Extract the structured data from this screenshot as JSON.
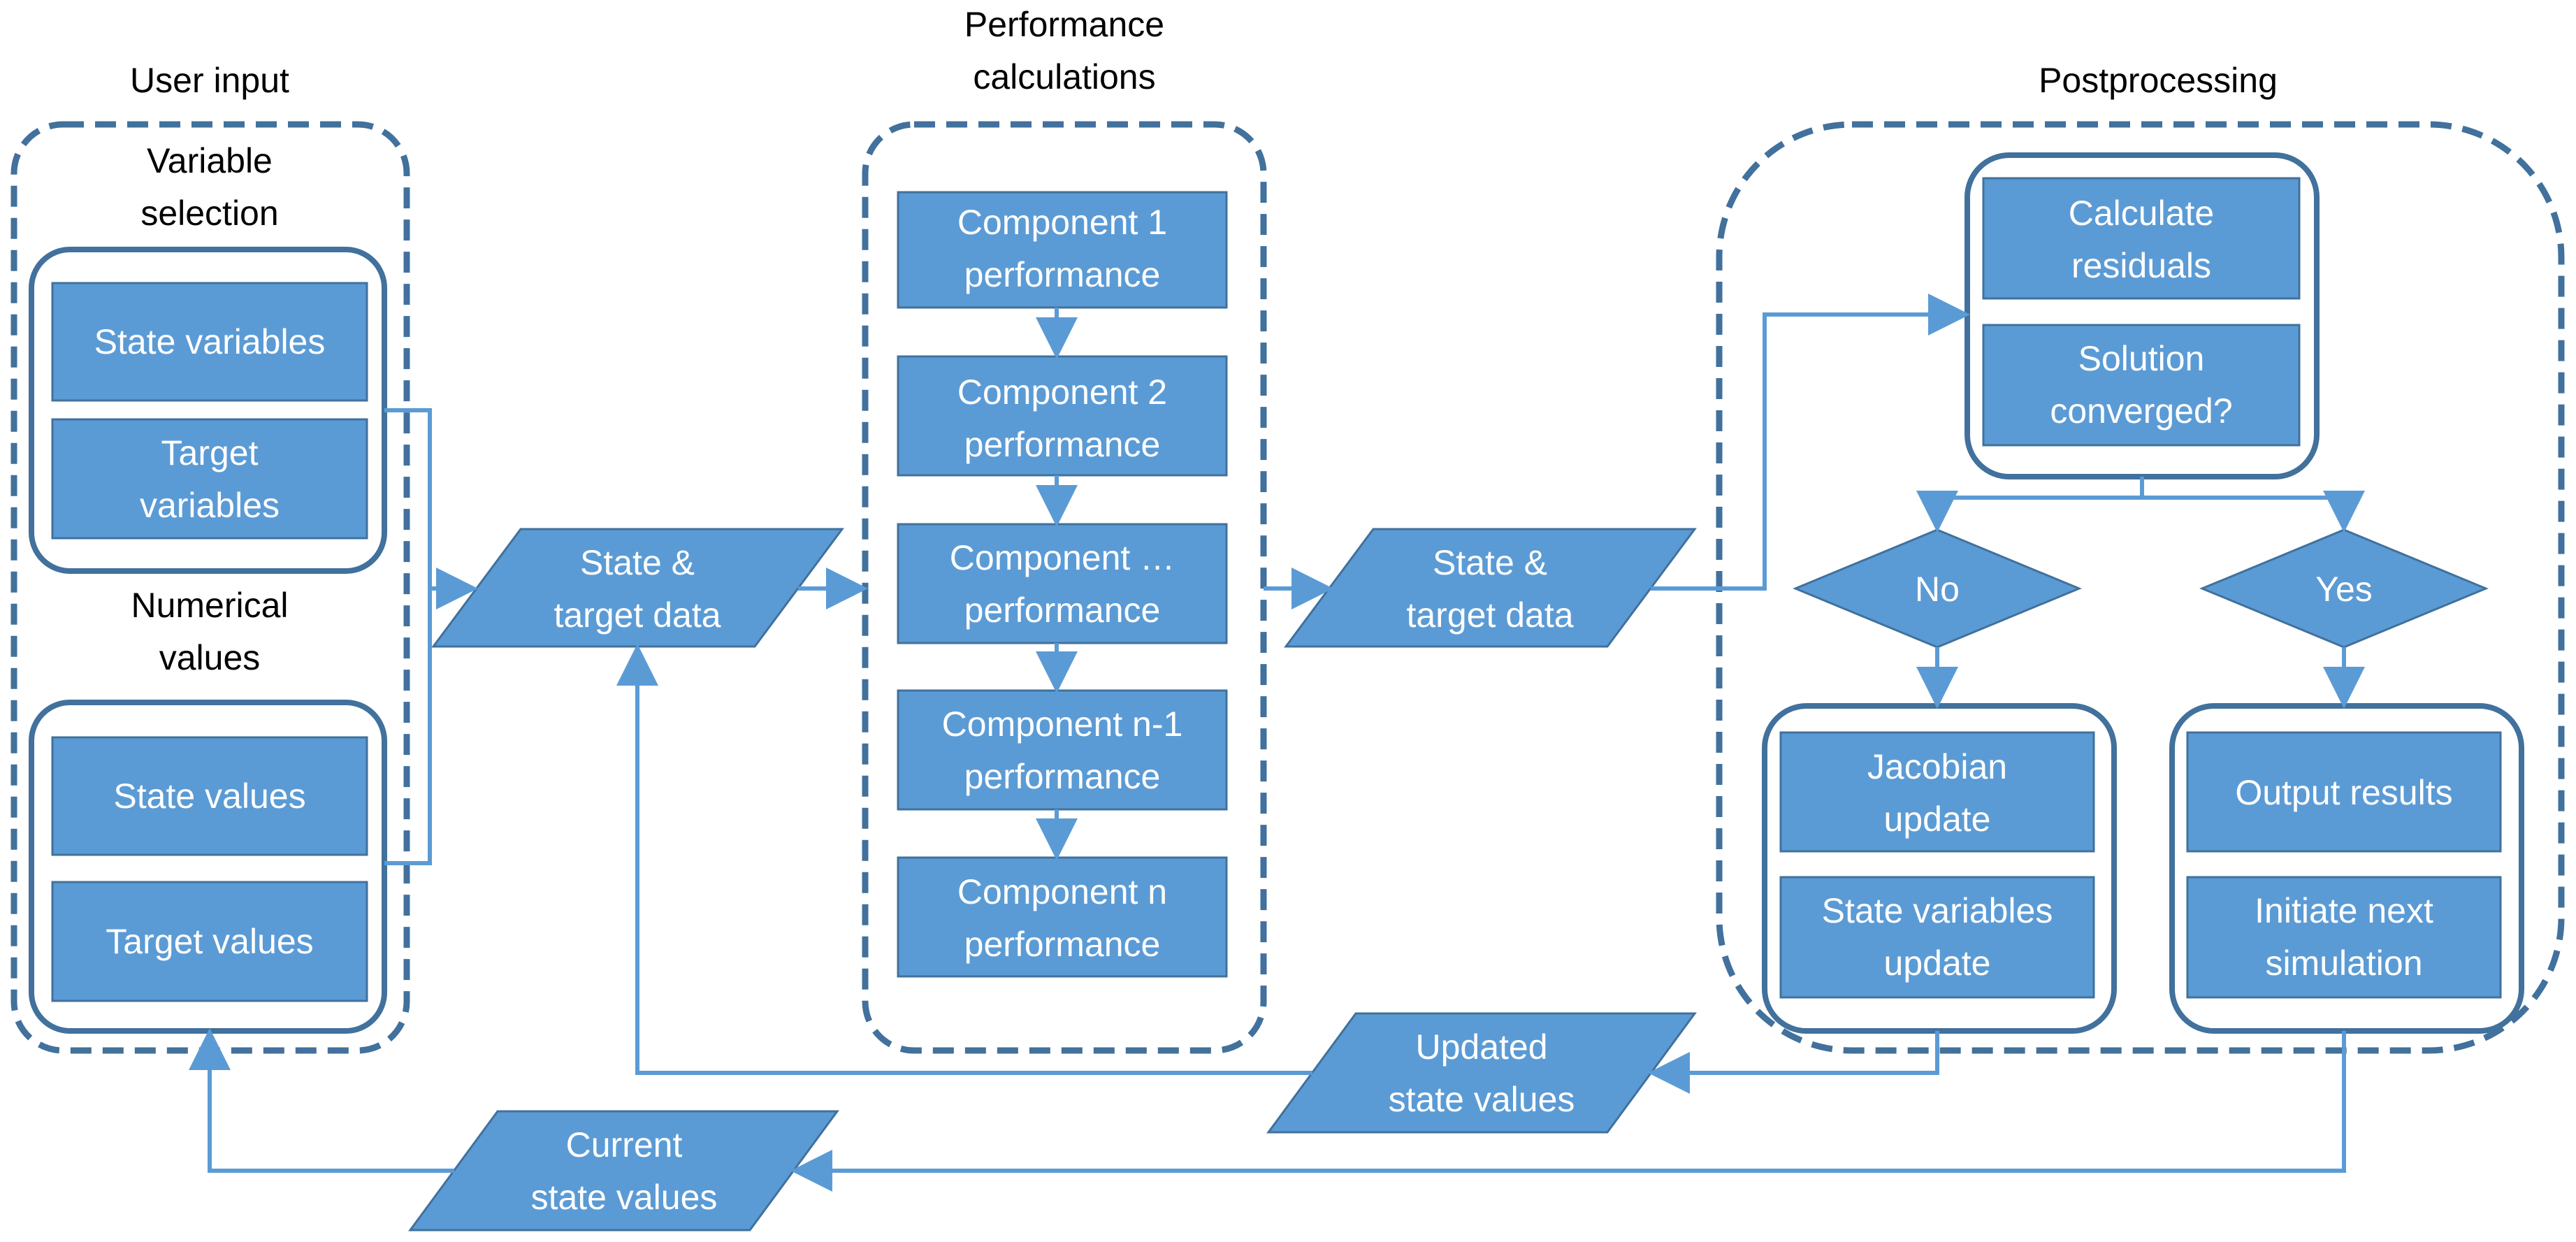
{
  "colors": {
    "box_fill": "#5b9bd5",
    "box_border": "#41719c",
    "frame": "#41719c",
    "connector": "#5b9bd5",
    "label_on_box": "#ffffff",
    "label_outside": "#000000"
  },
  "groups": {
    "user_input": {
      "title": "User input",
      "variable_selection": {
        "title_line1": "Variable",
        "title_line2": "selection",
        "state_variables": "State variables",
        "target_variables_line1": "Target",
        "target_variables_line2": "variables"
      },
      "numerical_values": {
        "title_line1": "Numerical",
        "title_line2": "values",
        "state_values": "State values",
        "target_values": "Target values"
      }
    },
    "performance": {
      "title_line1": "Performance",
      "title_line2": "calculations",
      "components": [
        {
          "line1": "Component 1",
          "line2": "performance"
        },
        {
          "line1": "Component 2",
          "line2": "performance"
        },
        {
          "line1": "Component …",
          "line2": "performance"
        },
        {
          "line1": "Component n-1",
          "line2": "performance"
        },
        {
          "line1": "Component n",
          "line2": "performance"
        }
      ]
    },
    "postprocessing": {
      "title": "Postprocessing",
      "calculate_residuals_line1": "Calculate",
      "calculate_residuals_line2": "residuals",
      "solution_converged_line1": "Solution",
      "solution_converged_line2": "converged?",
      "decision_no": "No",
      "decision_yes": "Yes",
      "jacobian_update_line1": "Jacobian",
      "jacobian_update_line2": "update",
      "state_variables_update_line1": "State variables",
      "state_variables_update_line2": "update",
      "output_results": "Output results",
      "initiate_next_line1": "Initiate next",
      "initiate_next_line2": "simulation"
    }
  },
  "data_nodes": {
    "state_target_1": {
      "line1": "State &",
      "line2": "target data"
    },
    "state_target_2": {
      "line1": "State &",
      "line2": "target data"
    },
    "updated_state": {
      "line1": "Updated",
      "line2": "state values"
    },
    "current_state": {
      "line1": "Current",
      "line2": "state values"
    }
  }
}
